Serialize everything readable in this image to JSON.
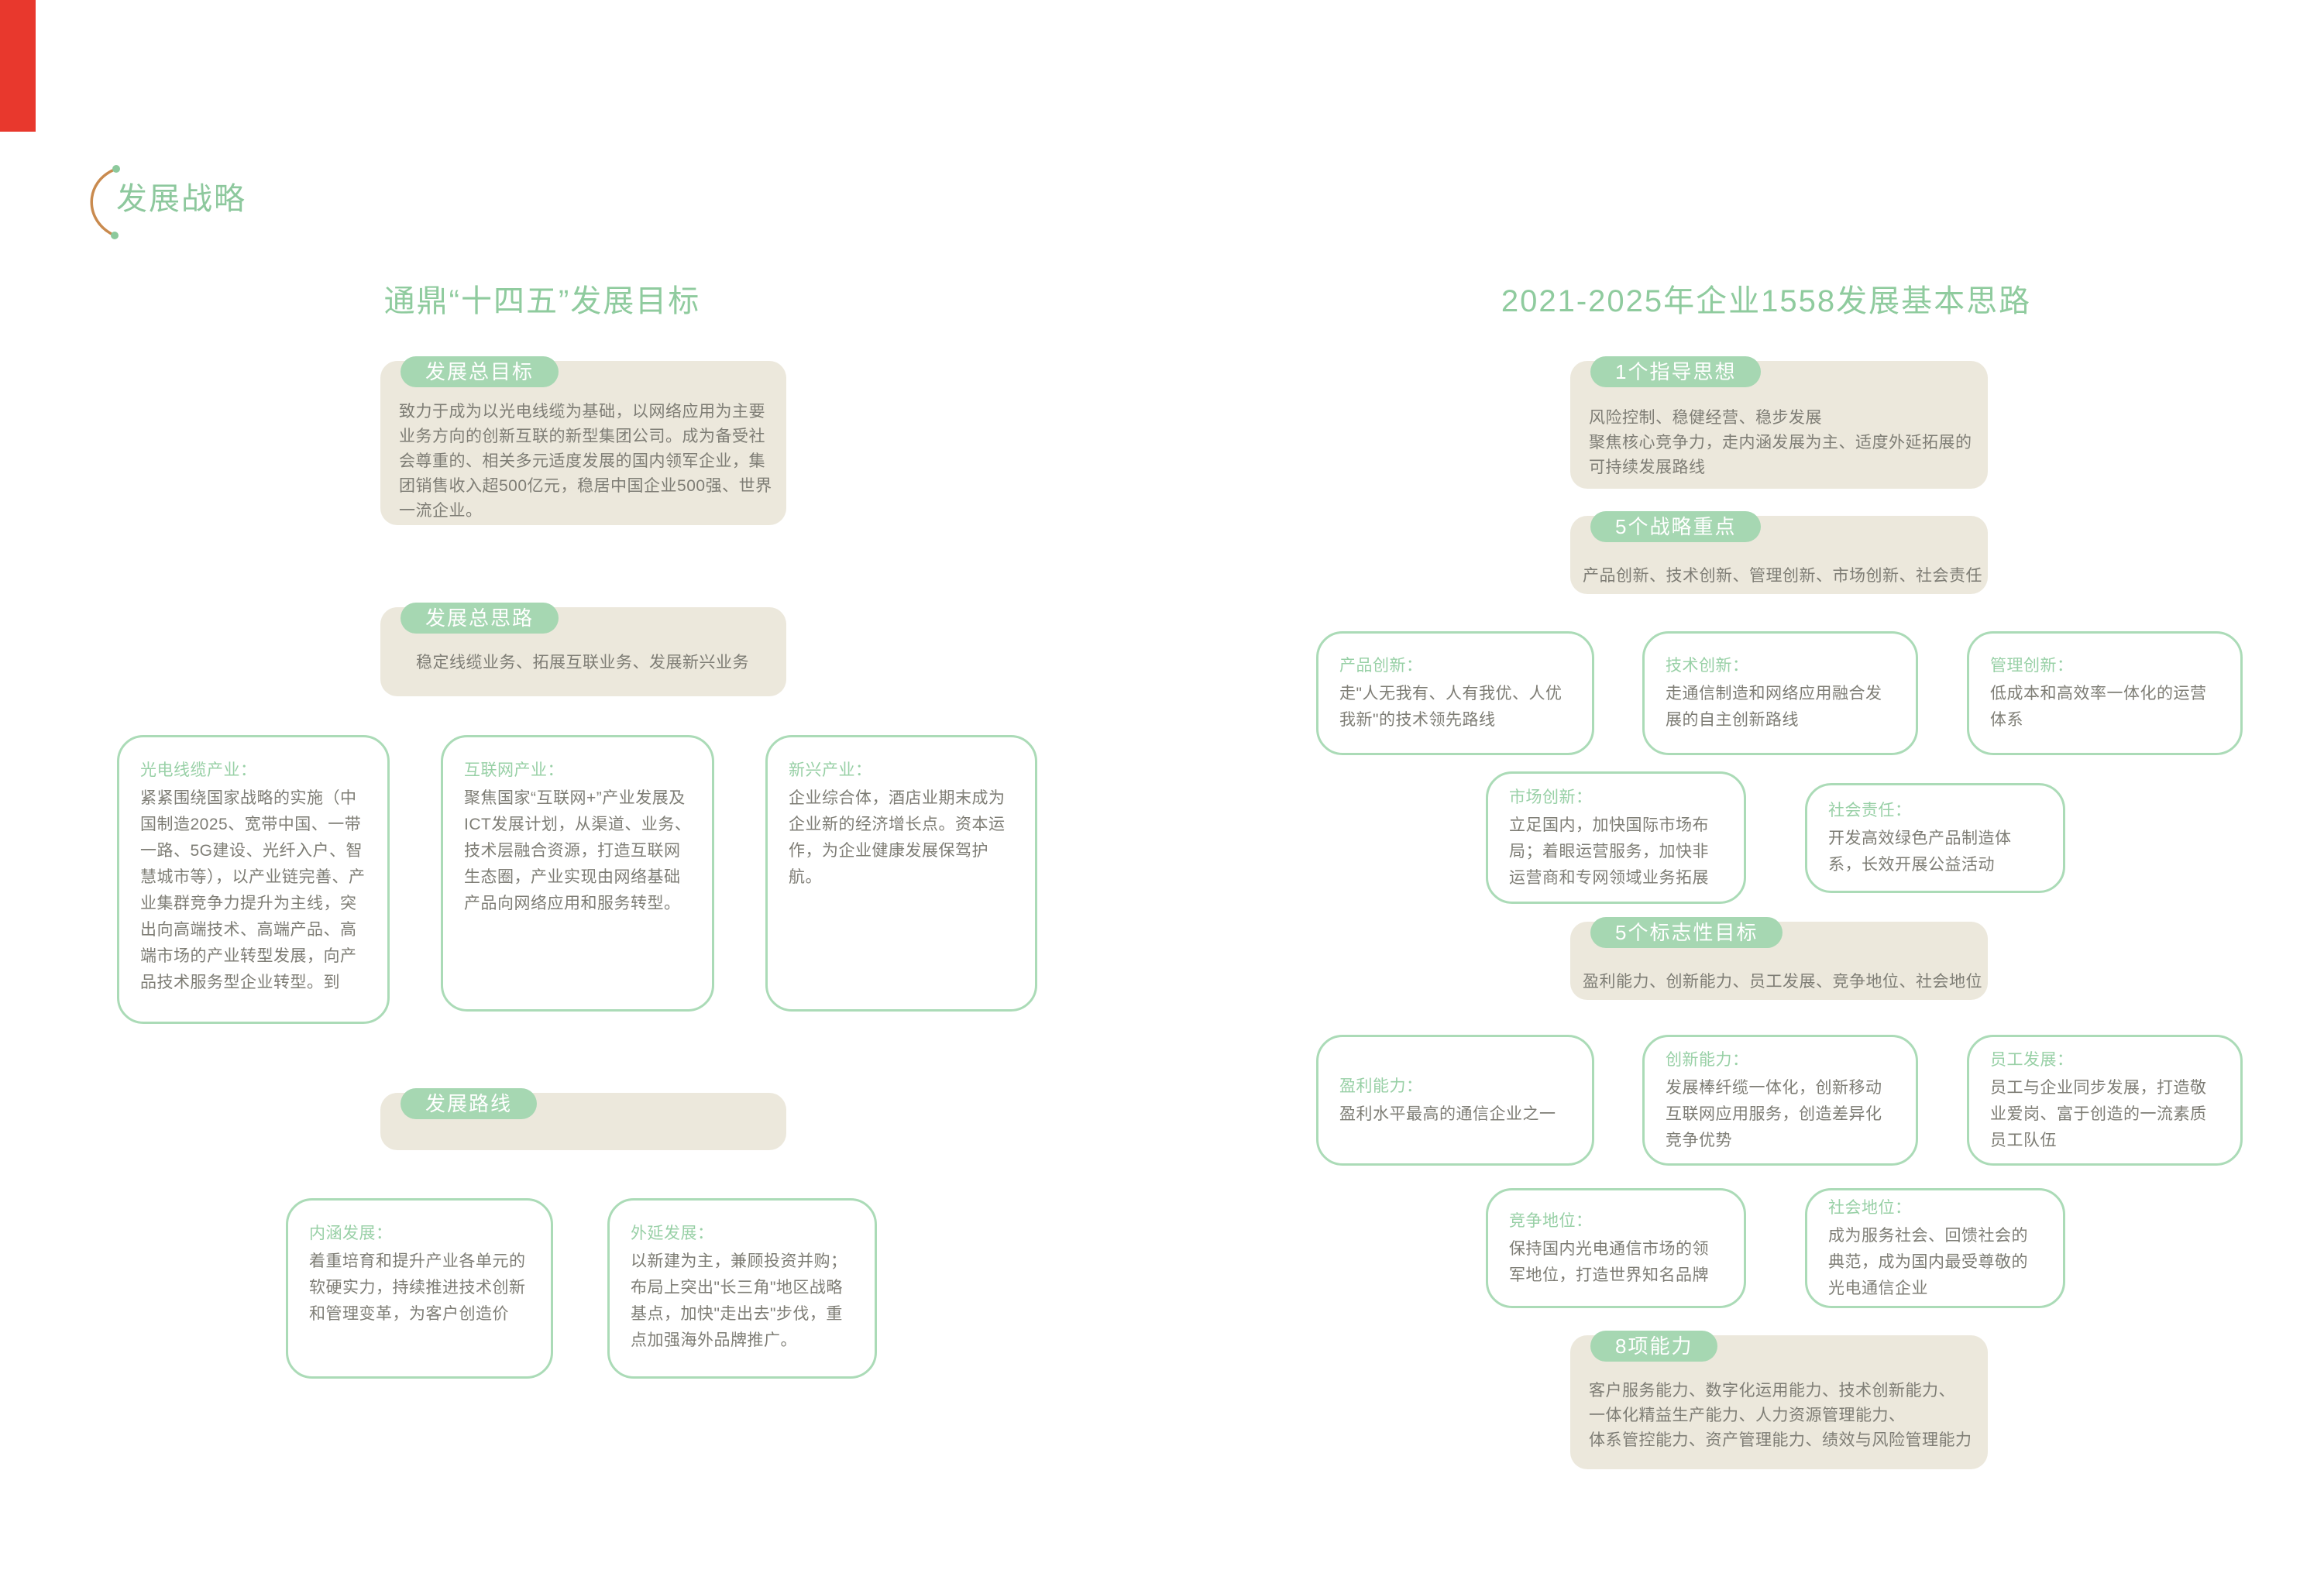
{
  "header": {
    "title": "发展战略"
  },
  "left": {
    "title": "通鼎“十四五”发展目标",
    "goal_box": {
      "label": "发展总目标",
      "body": "致力于成为以光电线缆为基础，以网络应用为主要业务方向的创新互联的新型集团公司。成为备受社会尊重的、相关多元适度发展的国内领军企业，集团销售收入超500亿元，稳居中国企业500强、世界一流企业。"
    },
    "approach_box": {
      "label": "发展总思路",
      "body": "稳定线缆业务、拓展互联业务、发展新兴业务"
    },
    "route_box": {
      "label": "发展路线"
    },
    "industry_boxes": [
      {
        "title": "光电线缆产业：",
        "body": "紧紧围绕国家战略的实施（中国制造2025、宽带中国、一带一路、5G建设、光纤入户、智慧城市等），以产业链完善、产业集群竞争力提升为主线，突出向高端技术、高端产品、高端市场的产业转型发展，向产品技术服务型企业转型。到"
      },
      {
        "title": "互联网产业：",
        "body": "聚焦国家“互联网+”产业发展及ICT发展计划，从渠道、业务、技术层融合资源，打造互联网生态圈，产业实现由网络基础产品向网络应用和服务转型。"
      },
      {
        "title": "新兴产业：",
        "body": "企业综合体，酒店业期末成为企业新的经济增长点。资本运作，为企业健康发展保驾护航。"
      }
    ],
    "route_boxes": [
      {
        "title": "内涵发展：",
        "body": "着重培育和提升产业各单元的软硬实力，持续推进技术创新和管理变革，为客户创造价"
      },
      {
        "title": "外延发展：",
        "body": "以新建为主，兼顾投资并购；布局上突出\"长三角\"地区战略基点，加快\"走出去\"步伐，重点加强海外品牌推广。"
      }
    ]
  },
  "right": {
    "title": "2021-2025年企业1558发展基本思路",
    "guide_box": {
      "label": "1个指导思想",
      "lines": [
        "风险控制、稳健经营、稳步发展",
        "聚焦核心竞争力，走内涵发展为主、适度外延拓展的可持续发展路线"
      ]
    },
    "focus_box": {
      "label": "5个战略重点",
      "body": "产品创新、技术创新、管理创新、市场创新、社会责任"
    },
    "focus_boxes": [
      {
        "title": "产品创新：",
        "body": "走\"人无我有、人有我优、人优我新\"的技术领先路线"
      },
      {
        "title": "技术创新：",
        "body": "走通信制造和网络应用融合发展的自主创新路线"
      },
      {
        "title": "管理创新：",
        "body": "低成本和高效率一体化的运营体系"
      },
      {
        "title": "市场创新：",
        "body": "立足国内，加快国际市场布局；着眼运营服务，加快非运营商和专网领域业务拓展"
      },
      {
        "title": "社会责任：",
        "body": "开发高效绿色产品制造体系，长效开展公益活动"
      }
    ],
    "target_box": {
      "label": "5个标志性目标",
      "body": "盈利能力、创新能力、员工发展、竞争地位、社会地位"
    },
    "target_boxes": [
      {
        "title": "盈利能力：",
        "body": "盈利水平最高的通信企业之一"
      },
      {
        "title": "创新能力：",
        "body": "发展棒纤缆一体化，创新移动互联网应用服务，创造差异化竞争优势"
      },
      {
        "title": "员工发展：",
        "body": "员工与企业同步发展，打造敬业爱岗、富于创造的一流素质员工队伍"
      },
      {
        "title": "竞争地位：",
        "body": "保持国内光电通信市场的领军地位，打造世界知名品牌"
      },
      {
        "title": "社会地位：",
        "body": "成为服务社会、回馈社会的典范，成为国内最受尊敬的光电通信企业"
      }
    ],
    "ability_box": {
      "label": "8项能力",
      "lines": [
        "客户服务能力、数字化运用能力、技术创新能力、",
        "一体化精益生产能力、人力资源管理能力、",
        "体系管控能力、资产管理能力、绩效与风险管理能力"
      ]
    }
  },
  "colors": {
    "pill_green": "#a6d7b2",
    "border_green": "#abdbb7",
    "title_green": "#8fcb9e",
    "beige": "#ece8dc",
    "body_gray": "#7e7d75",
    "arc_orange": "#c98a4e",
    "corner_red": "#e8382d"
  }
}
